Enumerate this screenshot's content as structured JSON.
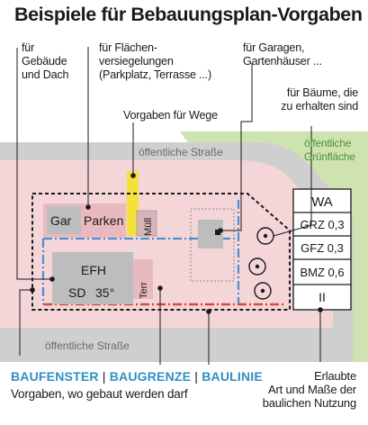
{
  "title": "Beispiele für Bebauungsplan-Vorgaben",
  "labels": {
    "gebaeude": "für\nGebäude\nund Dach",
    "flaechen": "für Flächen-\nversiegelungen\n(Parkplatz, Terrasse ...)",
    "wege": "Vorgaben für Wege",
    "garagen": "für Garagen,\nGartenhäuser ...",
    "baeume": "für Bäume, die\nzu erhalten sind",
    "gruenflaeche": "öffentliche\nGrünfläche",
    "strasse_oben": "öffentliche Straße",
    "strasse_unten": "öffentliche Straße",
    "nutzung": "Erlaubte\nArt und Maße der\nbaulichen Nutzung"
  },
  "plan": {
    "gar": "Gar",
    "parken": "Parken",
    "muell": "Müll",
    "efh": "EFH",
    "sd": "SD",
    "angle": "35°",
    "terr": "Terr"
  },
  "table": {
    "rows": [
      "WA",
      "GRZ 0,3",
      "GFZ 0,3",
      "BMZ 0,6",
      "II"
    ]
  },
  "legend": {
    "baufenster": "BAUFENSTER",
    "sep1": "|",
    "baugrenze": "BAUGRENZE",
    "sep2": "|",
    "baulinie": "BAULINIE",
    "subtitle": "Vorgaben, wo gebaut werden darf"
  },
  "colors": {
    "street": "#cfcfcf",
    "green": "#cfe3b1",
    "plot": "#f4d6d8",
    "building": "#bdbdbd",
    "pink_area": "#e9b9c0",
    "path": "#f4e23b",
    "baugrenze": "#4a8fd8",
    "baulinie": "#d64a3c",
    "baufenster_line": "#1a1a1a"
  }
}
